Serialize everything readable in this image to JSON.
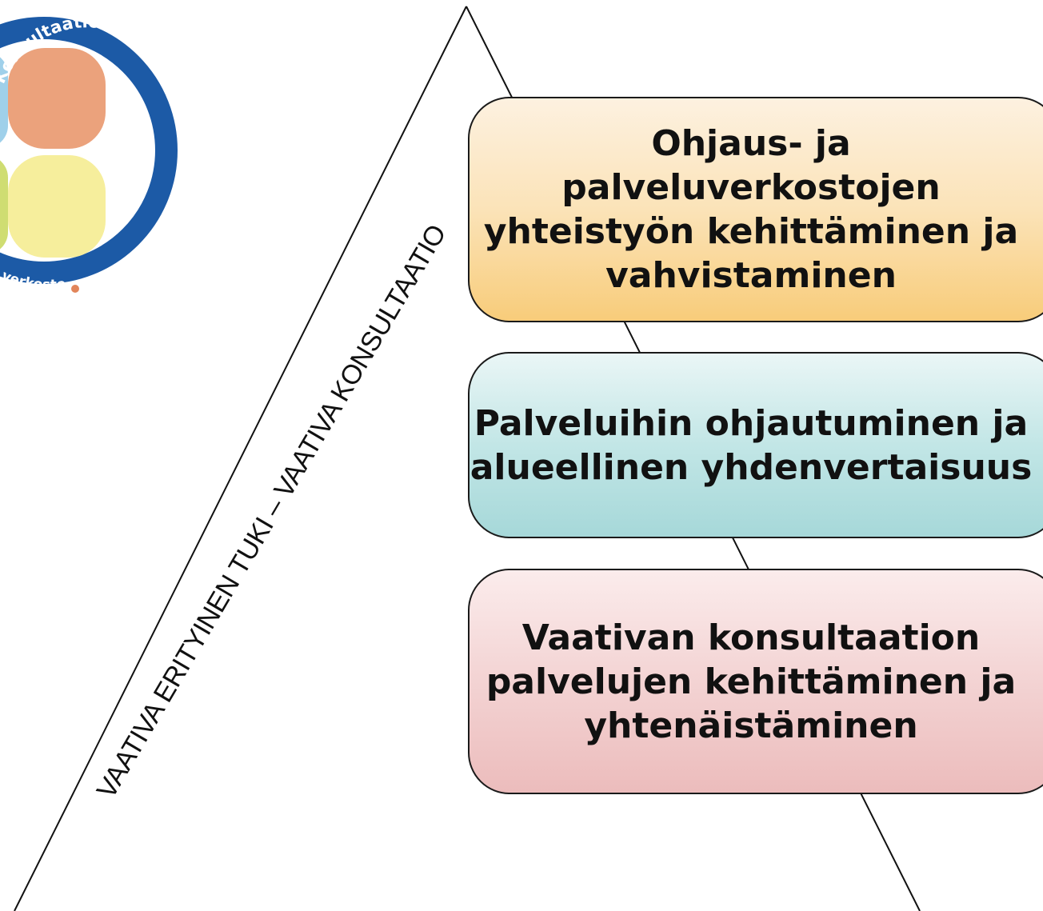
{
  "logo": {
    "top_text": "Konsultaatio",
    "bottom_text": "verkosto",
    "ring_color": "#1c5aa6",
    "petal_colors": {
      "blue": "#9fd0ea",
      "orange": "#eba27c",
      "green": "#cfdd72",
      "yellow": "#f6ee9c"
    }
  },
  "diagonal_label": "VAATIVA ERITYINEN TUKI – VAATIVA KONSULTAATIO",
  "boxes": [
    {
      "text": "Ohjaus- ja palveluverkostojen yhteistyön kehittäminen ja vahvistaminen",
      "color_top": "#fdf1e0",
      "color_bottom": "#f8cc7a"
    },
    {
      "text": "Palveluihin ohjautuminen ja alueellinen yhdenvertaisuus",
      "color_top": "#eaf6f6",
      "color_bottom": "#a6d8d9"
    },
    {
      "text": "Vaativan konsultaation palvelujen kehittäminen ja yhtenäistäminen",
      "color_top": "#fbecec",
      "color_bottom": "#ecbcbc"
    }
  ]
}
